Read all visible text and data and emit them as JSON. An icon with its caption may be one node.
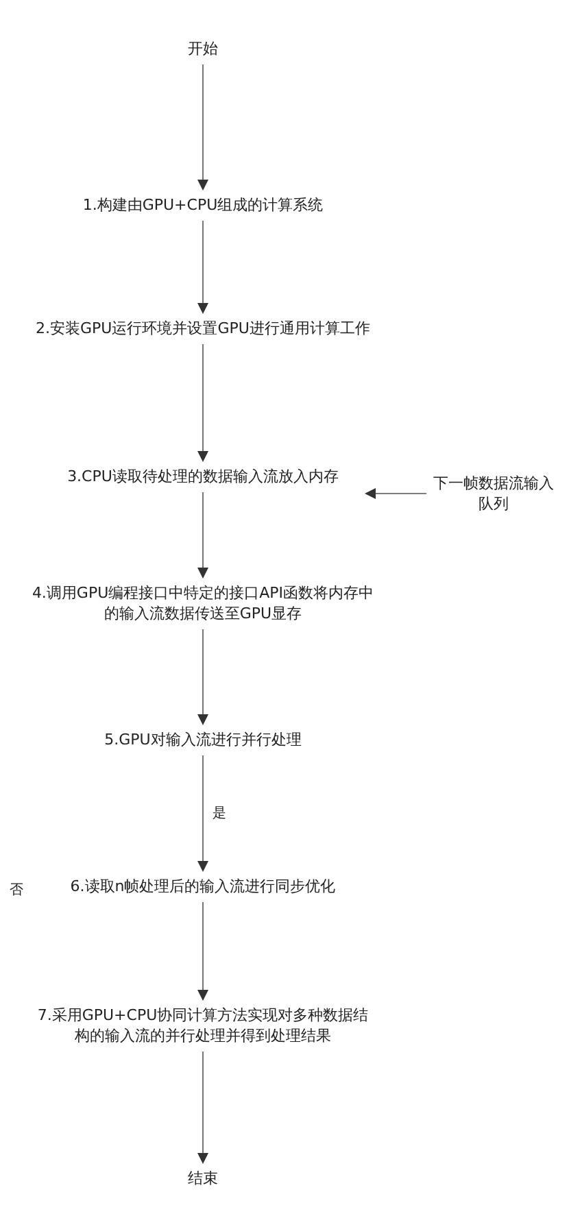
{
  "diagram": {
    "nodes": [
      {
        "text": [
          "开始"
        ]
      },
      {
        "text": [
          "1.构建由GPU+CPU组成的计算系统"
        ]
      },
      {
        "text": [
          "2.安装GPU运行环境并设置GPU进行通用计算工作"
        ]
      },
      {
        "text": [
          "3.CPU读取待处理的数据输入流放入内存"
        ]
      },
      {
        "text": [
          "4.调用GPU编程接口中特定的接口API函数将内存中的输入流数据传送至GPU显存"
        ]
      },
      {
        "text": [
          "5.GPU对输入流进行并行处理"
        ]
      },
      {
        "text": [
          "6.读取n帧处理后的输入流进行同步优化"
        ]
      },
      {
        "text": [
          "7.采用GPU+CPU协同计算方法实现对多种数据结构的输入流的并行处理并得到处理结果"
        ]
      },
      {
        "text": [
          "结束"
        ]
      },
      {
        "text": [
          "下一帧数据流输入队列"
        ]
      }
    ],
    "edges": [
      {
        "from": 0,
        "to": 1,
        "arrow": "to"
      },
      {
        "from": 1,
        "to": 2,
        "arrow": "to"
      },
      {
        "from": 2,
        "to": 3,
        "arrow": "to"
      },
      {
        "from": 3,
        "to": 4,
        "arrow": "to"
      },
      {
        "from": 4,
        "to": 5,
        "arrow": "to"
      },
      {
        "from": 5,
        "to": 6,
        "label": "是",
        "arrow": "to"
      },
      {
        "from": 6,
        "to": 7,
        "arrow": "to"
      },
      {
        "from": 7,
        "to": 8,
        "arrow": "to"
      },
      {
        "from": 9,
        "to": 3,
        "arrow": "to"
      }
    ],
    "labels": [
      "否"
    ]
  }
}
